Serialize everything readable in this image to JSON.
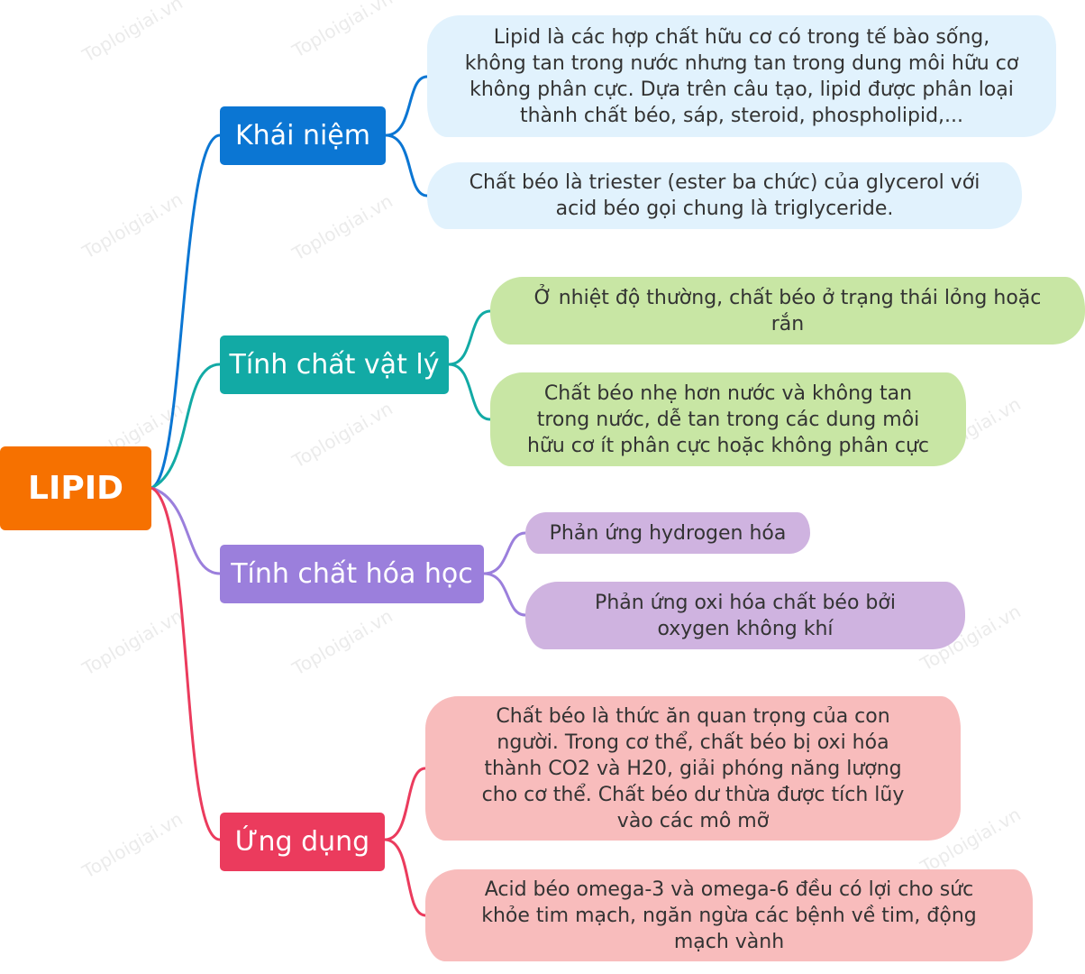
{
  "root": {
    "label": "LIPID"
  },
  "watermark": "Toploigiai.vn",
  "branches": [
    {
      "label": "Khái niệm",
      "color": "#0b76d3",
      "leaf_color": "#e1f2fd",
      "leaves": [
        "Lipid là các hợp chất hữu cơ có trong tế bào sống, không tan trong nước nhưng tan trong dung môi hữu cơ không phân cực. Dựa trên câu tạo, lipid được phân loại thành chất béo, sáp, steroid, phospholipid,...",
        "Chất béo là triester (ester ba chức) của glycerol với acid béo gọi chung là triglyceride."
      ]
    },
    {
      "label": "Tính chất vật lý",
      "color": "#12aaa5",
      "leaf_color": "#c8e6a4",
      "leaves": [
        "Ở nhiệt độ thường, chất béo ở trạng thái lỏng hoặc rắn",
        "Chất béo nhẹ hơn nước và không tan trong nước, dễ tan trong các dung môi hữu cơ ít phân cực hoặc không phân cực"
      ]
    },
    {
      "label": "Tính chất hóa học",
      "color": "#9b7fdc",
      "leaf_color": "#cfb3e0",
      "leaves": [
        "Phản ứng hydrogen hóa",
        "Phản ứng oxi hóa chất béo bởi oxygen không khí"
      ]
    },
    {
      "label": "Ứng dụng",
      "color": "#eb3b5d",
      "leaf_color": "#f8bcbc",
      "leaves": [
        "Chất béo là thức ăn quan trọng của con người. Trong cơ thể, chất béo bị oxi hóa thành CO2 và H20, giải phóng năng lượng cho cơ thể. Chất béo dư thừa được tích lũy vào các mô mỡ",
        "Acid béo omega-3 và omega-6 đều có lợi cho sức khỏe tim mạch, ngăn ngừa các bệnh về tim, động mạch vành"
      ]
    }
  ]
}
